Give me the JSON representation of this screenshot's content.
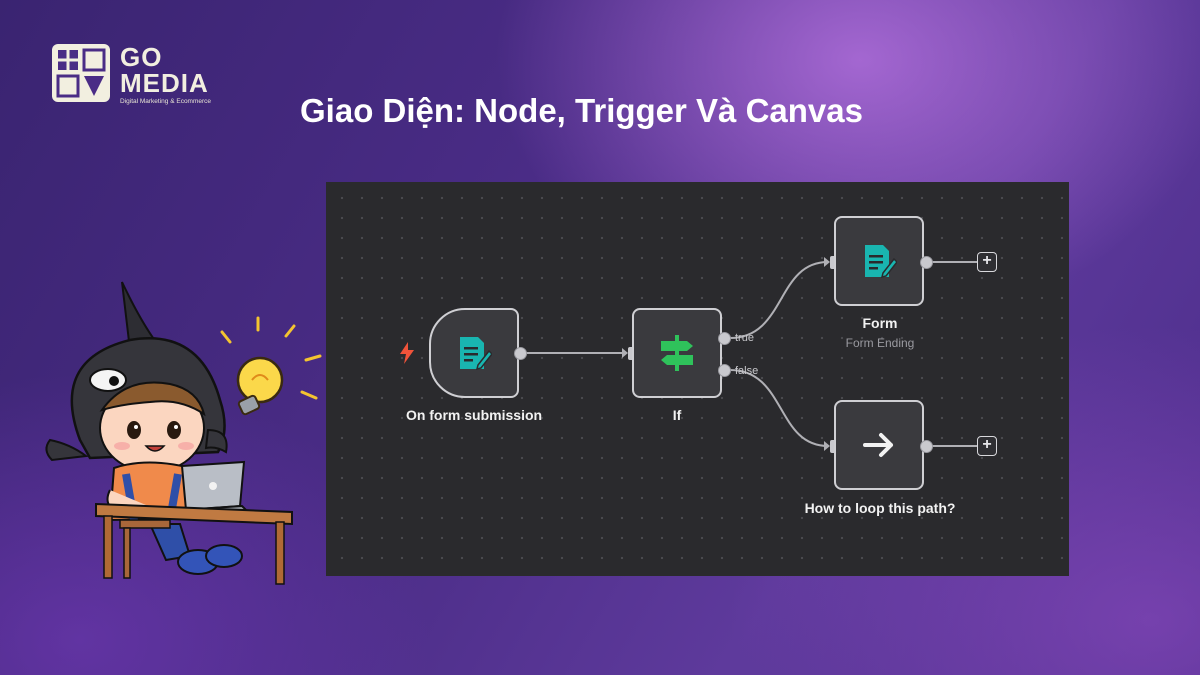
{
  "brand": {
    "name_line1": "GO",
    "name_line2": "MEDIA",
    "tagline": "Digital Marketing & Ecommerce",
    "logo_icon": "go-media-logo-icon"
  },
  "heading": {
    "title": "Giao Diện: Node, Trigger Và Canvas"
  },
  "workflow": {
    "nodes": [
      {
        "id": "trigger",
        "label": "On form submission",
        "icon": "form-document-icon",
        "trigger_icon": "lightning-bolt-icon"
      },
      {
        "id": "if",
        "label": "If",
        "icon": "signpost-icon"
      },
      {
        "id": "form",
        "label": "Form",
        "sublabel": "Form Ending",
        "icon": "form-document-icon"
      },
      {
        "id": "loop",
        "label": "How to loop this path?",
        "icon": "arrow-right-icon"
      }
    ],
    "branches": {
      "true_label": "true",
      "false_label": "false"
    },
    "add_button_label": "+"
  },
  "colors": {
    "canvas_bg": "#2a2a2d",
    "node_bg": "#3a3a3e",
    "node_border": "#cfcfd3",
    "form_icon": "#19b5b0",
    "if_icon": "#2fc25b",
    "bolt": "#f0533a",
    "wire": "#b0b0b5"
  }
}
